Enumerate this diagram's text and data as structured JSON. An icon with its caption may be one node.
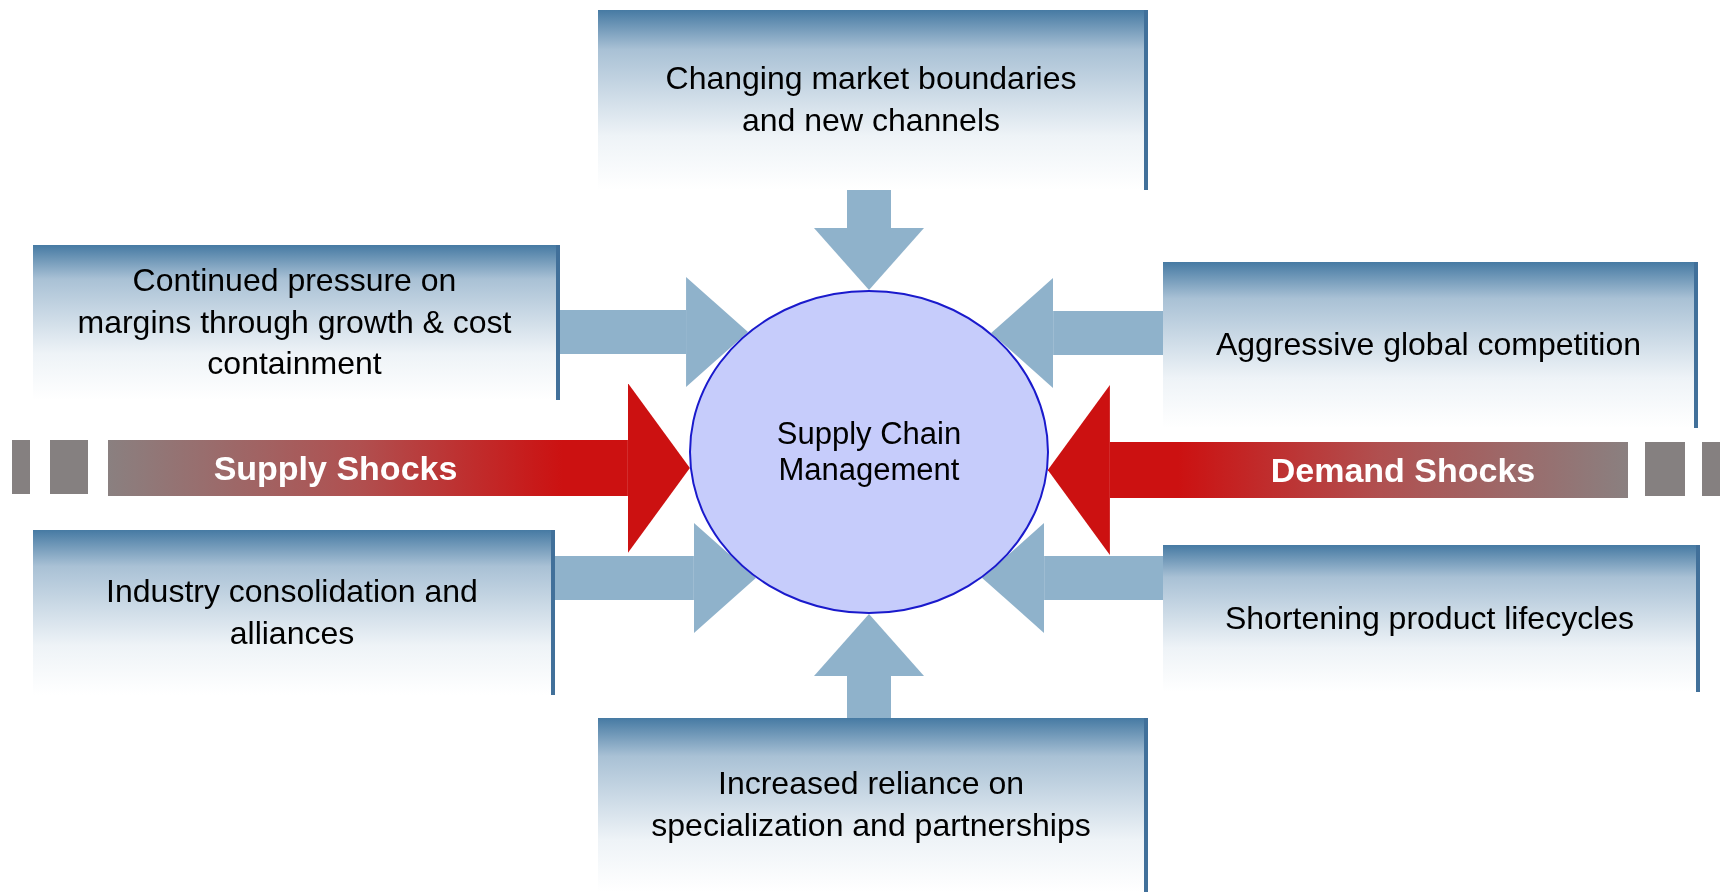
{
  "diagram": {
    "nodes": [
      {
        "text": [
          "Changing market boundaries and new channels"
        ]
      },
      {
        "text": [
          "Continued pressure on margins through growth & cost containment"
        ]
      },
      {
        "text": [
          "Aggressive global competition"
        ]
      },
      {
        "text": [
          "Supply Shocks"
        ]
      },
      {
        "text": [
          "Supply Chain Management"
        ]
      },
      {
        "text": [
          "Demand Shocks"
        ]
      },
      {
        "text": [
          "Industry consolidation and alliances"
        ]
      },
      {
        "text": [
          "Shortening product lifecycles"
        ]
      },
      {
        "text": [
          "Increased reliance on specialization and partnerships"
        ]
      }
    ],
    "edges": [
      {
        "from": 0,
        "to": 4,
        "arrow": "to"
      },
      {
        "from": 1,
        "to": 4,
        "arrow": "to"
      },
      {
        "from": 2,
        "to": 4,
        "arrow": "to"
      },
      {
        "from": 3,
        "to": 4,
        "arrow": "to",
        "color": "#cc1111"
      },
      {
        "from": 5,
        "to": 4,
        "arrow": "to",
        "color": "#cc1111"
      },
      {
        "from": 6,
        "to": 4,
        "arrow": "to"
      },
      {
        "from": 7,
        "to": 4,
        "arrow": "to"
      },
      {
        "from": 8,
        "to": 4,
        "arrow": "to"
      }
    ]
  }
}
